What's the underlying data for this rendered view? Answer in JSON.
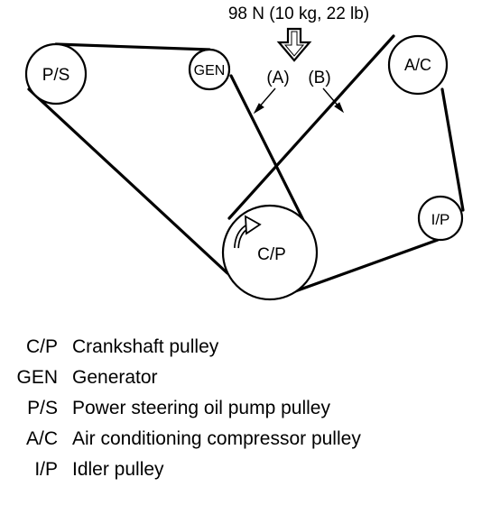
{
  "diagram": {
    "force_label": "98 N (10 kg, 22 lb)",
    "point_a_label": "(A)",
    "point_b_label": "(B)",
    "pulleys": {
      "ps": "P/S",
      "gen": "GEN",
      "ac": "A/C",
      "ip": "I/P",
      "cp": "C/P"
    }
  },
  "legend": {
    "items": [
      {
        "abbr": "C/P",
        "desc": "Crankshaft pulley"
      },
      {
        "abbr": "GEN",
        "desc": "Generator"
      },
      {
        "abbr": "P/S",
        "desc": "Power steering oil pump pulley"
      },
      {
        "abbr": "A/C",
        "desc": "Air conditioning compressor pulley"
      },
      {
        "abbr": "I/P",
        "desc": "Idler pulley"
      }
    ]
  }
}
